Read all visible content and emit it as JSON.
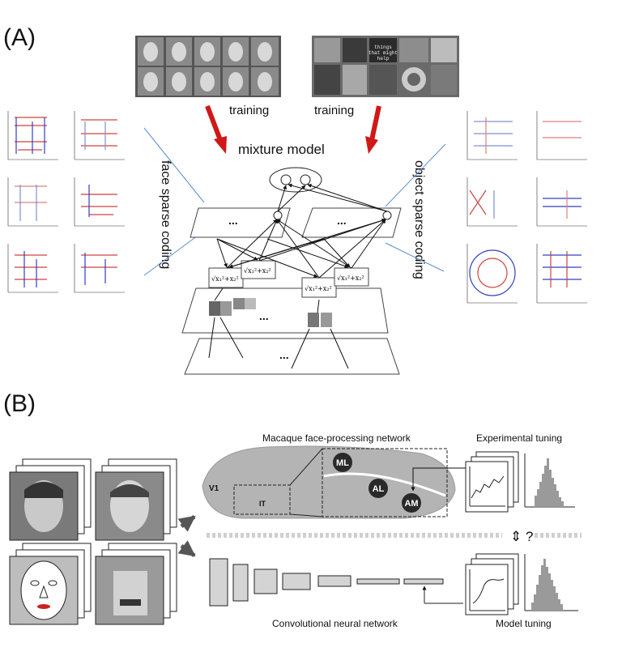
{
  "panel_a": {
    "label": "(A)",
    "training_left": "training",
    "training_right": "training",
    "mixture_model": "mixture model",
    "face_coding": "face sparse coding",
    "object_coding": "object sparse coding",
    "ellipsis": "...",
    "collage_text": "thingsthat mighthelp",
    "formula": "√x₁²+x₂²"
  },
  "panel_b": {
    "label": "(B)",
    "network_title": "Macaque face-processing network",
    "experimental_tuning": "Experimental tuning",
    "model_tuning": "Model tuning",
    "cnn_label": "Convolutional neural network",
    "areas": [
      "ML",
      "AL",
      "AM"
    ],
    "v1": "V1",
    "it": "IT",
    "question": "⇕ ?"
  },
  "colors": {
    "arrow_red": "#d01818",
    "area_dark": "#2a2a2a",
    "brain_gray": "#b4b4b4",
    "filter_red": "#d04040",
    "filter_blue": "#3040c0"
  }
}
